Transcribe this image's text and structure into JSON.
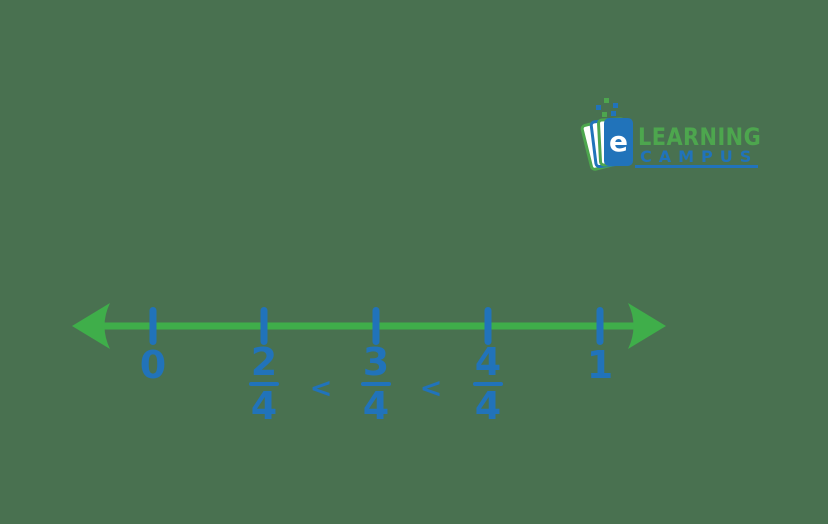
{
  "colors": {
    "background": "#497150",
    "line_green": "#3FAE4A",
    "brand_green": "#4DA64E",
    "blue": "#2173BA",
    "white": "#FFFFFF"
  },
  "logo": {
    "brand_top": "LEARNING",
    "brand_bottom": "CAMPUS",
    "icon_letter": "e"
  },
  "number_line": {
    "ticks": [
      {
        "type": "integer",
        "label": "0"
      },
      {
        "type": "fraction",
        "numerator": "2",
        "denominator": "4"
      },
      {
        "type": "fraction",
        "numerator": "3",
        "denominator": "4"
      },
      {
        "type": "fraction",
        "numerator": "4",
        "denominator": "4"
      },
      {
        "type": "integer",
        "label": "1"
      }
    ],
    "comparison_symbols": [
      "<",
      "<"
    ],
    "statement": "2/4 < 3/4 < 4/4"
  }
}
